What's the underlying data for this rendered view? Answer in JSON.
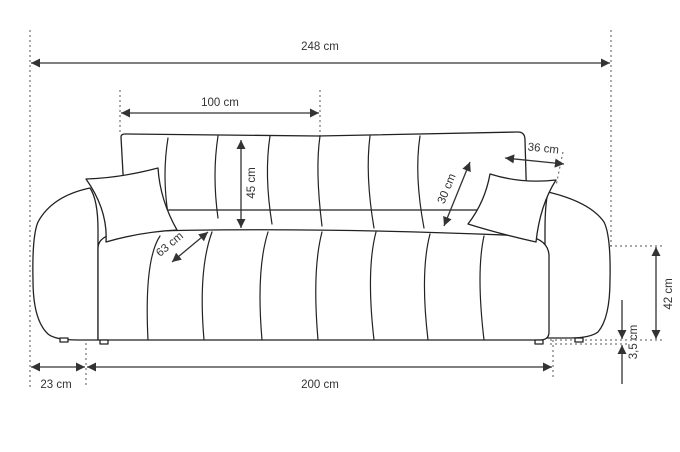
{
  "diagram": {
    "kind": "sofa dimension drawing",
    "line_color": "#222222",
    "dimensions": {
      "overall_width": "248 cm",
      "backrest_width": "100 cm",
      "backrest_height": "45 cm",
      "armrest_width": "23 cm",
      "seat_width": "200 cm",
      "seat_depth": "63 cm",
      "cushion_height": "30 cm",
      "cushion_width": "36 cm",
      "total_height": "42 cm",
      "leg_height": "3,5 cm"
    }
  }
}
